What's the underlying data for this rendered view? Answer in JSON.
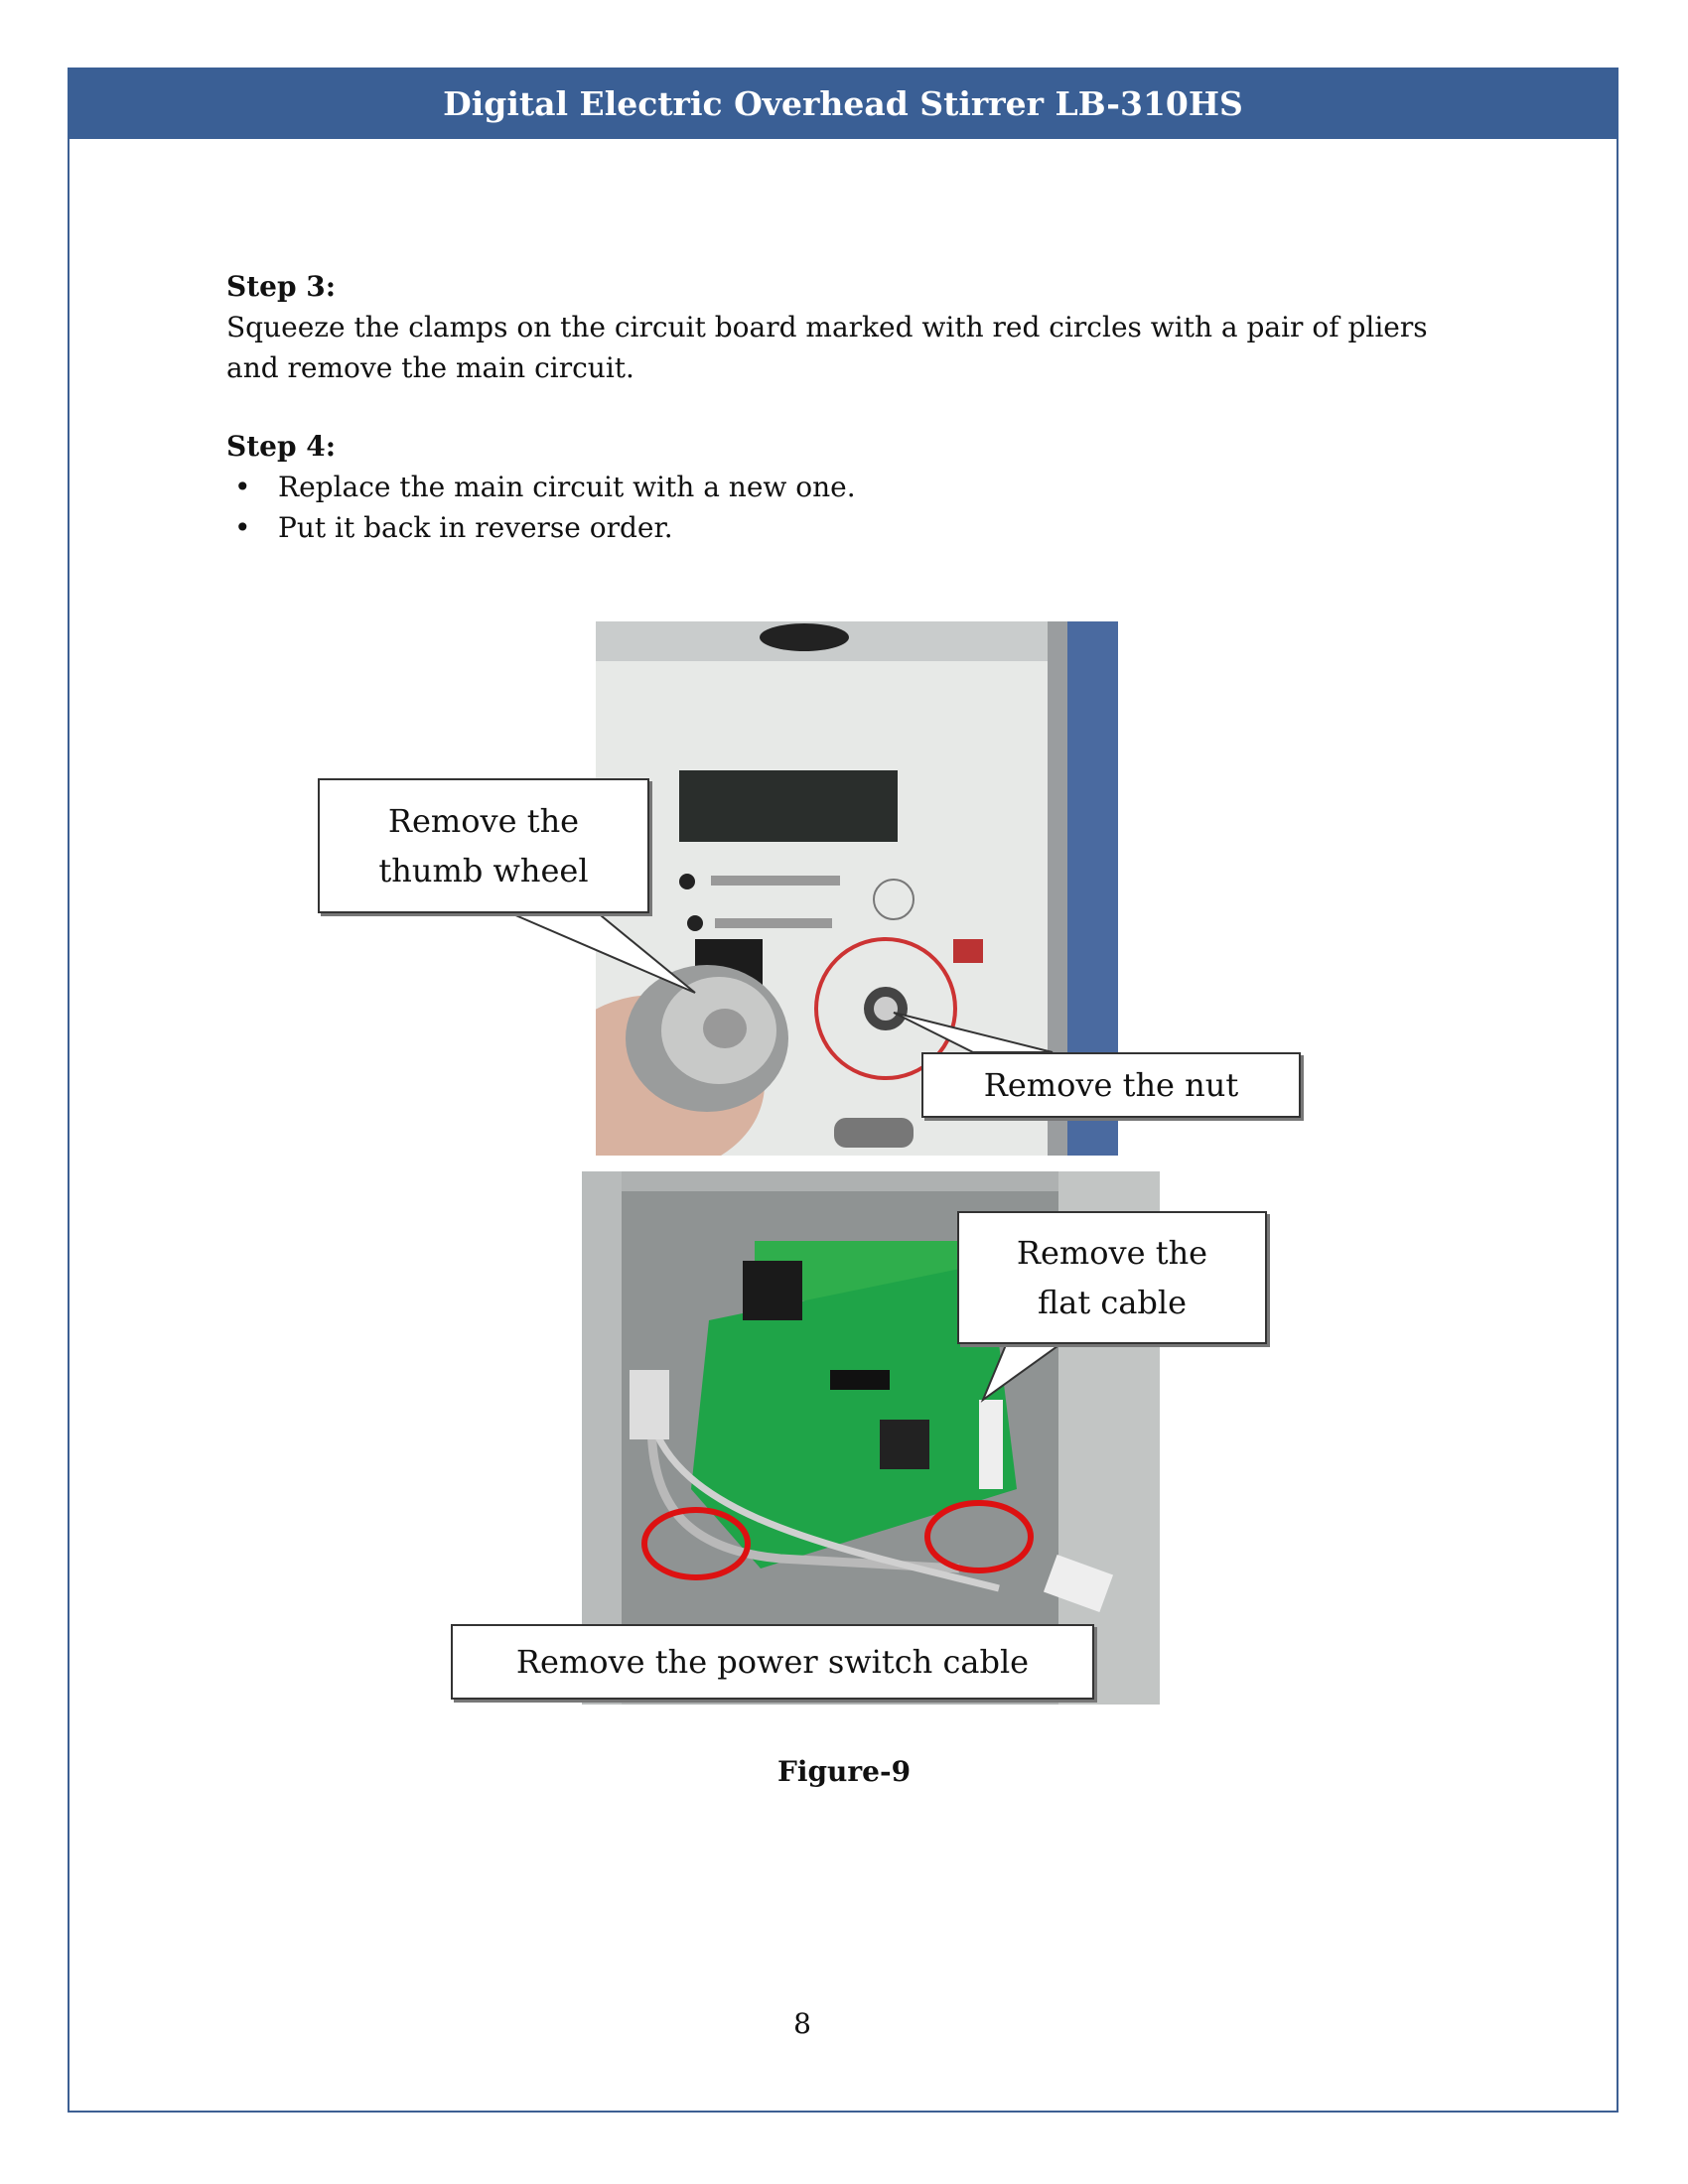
{
  "header": {
    "title": "Digital Electric Overhead Stirrer LB-310HS"
  },
  "step3": {
    "title": "Step 3:",
    "text": "Squeeze the clamps on the circuit board marked with red circles with a pair of pliers and remove the main circuit."
  },
  "step4": {
    "title": "Step 4:",
    "bullets": [
      "Replace the main circuit with a new one.",
      "Put it back in reverse order."
    ]
  },
  "figure": {
    "callouts": {
      "thumb_wheel": [
        "Remove the",
        "thumb wheel"
      ],
      "nut": "Remove the nut",
      "flat_cable": [
        "Remove the",
        "flat cable"
      ],
      "power_switch": "Remove the power switch cable"
    },
    "caption": "Figure-9"
  },
  "page_number": "8"
}
